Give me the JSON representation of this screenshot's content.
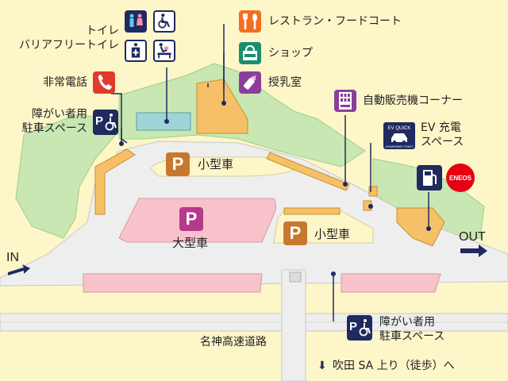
{
  "colors": {
    "background": "#fdf6c8",
    "grass": "#c9e7b2",
    "road": "#eeeeee",
    "large_parking": "#f7c2c9",
    "building": "#f6c068",
    "toilet": "#9fd5d6",
    "navy": "#1f2a5e",
    "restaurant": "#f26f21",
    "shop": "#1a8f6f",
    "nursing": "#8a3e99",
    "phone": "#e03a2e",
    "parking_small": "#c8782e",
    "parking_large": "#b7398c",
    "eneos": "#e60012"
  },
  "legend": {
    "toilet": "トイレ",
    "barrier_free_toilet": "バリアフリートイレ",
    "restaurant": "レストラン・フードコート",
    "shop": "ショップ",
    "nursing": "授乳室",
    "phone": "非常電話",
    "disabled_parking_line1": "障がい者用",
    "disabled_parking_line2": "駐車スペース",
    "vending": "自動販売機コーナー",
    "ev_line1": "EV 充電",
    "ev_line2": "スペース",
    "ev_icon_top": "EV QUICK",
    "ev_icon_bottom": "CHARGING POINT",
    "eneos": "ENEOS"
  },
  "parking": {
    "small_1": "小型車",
    "small_2": "小型車",
    "large": "大型車",
    "p": "P"
  },
  "roads": {
    "highway": "名神高速道路",
    "in": "IN",
    "out": "OUT",
    "walk": "吹田 SA 上り（徒歩）へ",
    "walk_arrow": "⬇"
  },
  "bottom_disabled_line1": "障がい者用",
  "bottom_disabled_line2": "駐車スペース"
}
